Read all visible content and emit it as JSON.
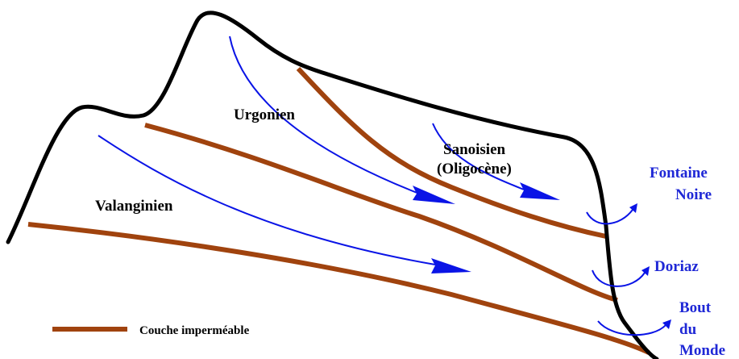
{
  "colors": {
    "relief": "#000000",
    "impermeable_layer": "#a0430e",
    "flow": "#0a14e6",
    "spring_label": "#1f28d6"
  },
  "layers": {
    "urgonien": "Urgonien",
    "sanoisien_line1": "Sanoisien",
    "sanoisien_line2": "(Oligocène)",
    "valanginien": "Valanginien"
  },
  "springs": {
    "fontaine_noire_line1": "Fontaine",
    "fontaine_noire_line2": "Noire",
    "doriaz": "Doriaz",
    "bout_du_monde_line1": "Bout",
    "bout_du_monde_line2": "du",
    "bout_du_monde_line3": "Monde"
  },
  "legend": {
    "impermeable_label": "Couche imperméable"
  }
}
